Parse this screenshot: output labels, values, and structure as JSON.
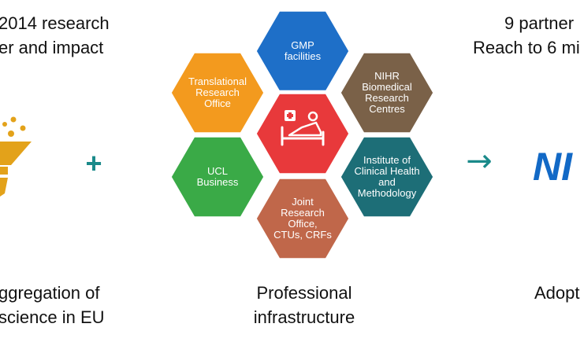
{
  "left_top": {
    "line1": "2014 research",
    "line2": "er and impact"
  },
  "left_bottom": {
    "line1": "ggregation of",
    "line2": "science in EU"
  },
  "plus_symbol": "+",
  "arrow_symbol": "→",
  "center_bottom": {
    "line1": "Professional",
    "line2": "infrastructure"
  },
  "right_top": {
    "line1": "9 partner",
    "line2": "Reach to 6 mi"
  },
  "right_bottom": {
    "line1": "Adopt"
  },
  "logo_text": "NI",
  "hexagons": [
    {
      "id": "gmp",
      "color": "#1e6fc8",
      "lines": [
        "GMP",
        "facilities"
      ]
    },
    {
      "id": "translational",
      "color": "#f39a1e",
      "lines": [
        "Translational",
        "Research",
        "Office"
      ]
    },
    {
      "id": "nihr",
      "color": "#7a6148",
      "lines": [
        "NIHR",
        "Biomedical",
        "Research",
        "Centres"
      ]
    },
    {
      "id": "center",
      "color": "#e8393b",
      "lines": []
    },
    {
      "id": "ucl",
      "color": "#3aaa47",
      "lines": [
        "UCL",
        "Business"
      ]
    },
    {
      "id": "ichm",
      "color": "#1d6e77",
      "lines": [
        "Institute of",
        "Clinical Health",
        "and",
        "Methodology"
      ]
    },
    {
      "id": "joint",
      "color": "#c0674a",
      "lines": [
        "Joint",
        "Research",
        "Office,",
        "CTUs, CRFs"
      ]
    }
  ],
  "colors": {
    "plus": "#1a8a8a",
    "arrow": "#1a8a8a",
    "logo": "#1269c6",
    "funnel": "#e3a21a"
  }
}
